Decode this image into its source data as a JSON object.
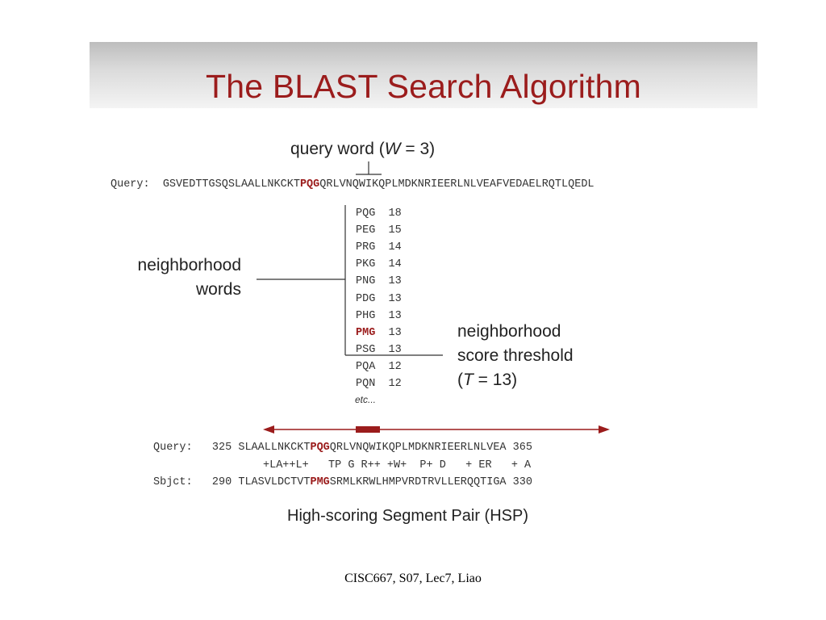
{
  "slide": {
    "title": "The BLAST Search Algorithm",
    "footer": "CISC667, S07, Lec7, Liao"
  },
  "query_word_label": {
    "prefix": "query word (",
    "var": "W",
    "suffix": " = 3)"
  },
  "query_line": {
    "label": "Query:",
    "before": "GSVEDTTGSQSLAALLNKCKT",
    "highlight": "PQG",
    "after": "QRLVNQWIKQPLMDKNRIEERLNLVEAFVEDAELRQTLQEDL"
  },
  "neighborhood_words_label": [
    "neighborhood",
    "words"
  ],
  "neighborhood_words": [
    {
      "word": "PQG",
      "score": "18",
      "highlight": false
    },
    {
      "word": "PEG",
      "score": "15",
      "highlight": false
    },
    {
      "word": "PRG",
      "score": "14",
      "highlight": false
    },
    {
      "word": "PKG",
      "score": "14",
      "highlight": false
    },
    {
      "word": "PNG",
      "score": "13",
      "highlight": false
    },
    {
      "word": "PDG",
      "score": "13",
      "highlight": false
    },
    {
      "word": "PHG",
      "score": "13",
      "highlight": false
    },
    {
      "word": "PMG",
      "score": "13",
      "highlight": true
    },
    {
      "word": "PSG",
      "score": "13",
      "highlight": false
    },
    {
      "word": "PQA",
      "score": "12",
      "highlight": false
    },
    {
      "word": "PQN",
      "score": "12",
      "highlight": false
    }
  ],
  "etc_label": "etc...",
  "threshold_label": {
    "line1": "neighborhood",
    "line2": "score threshold",
    "line3_prefix": "(",
    "var": "T",
    "line3_suffix": " = 13)"
  },
  "hsp": {
    "query_label": "Query:",
    "query_start": "325",
    "query_before": "SLAALLNKCKT",
    "query_highlight": "PQG",
    "query_after": "QRLVNQWIKQPLMDKNRIEERLNLVEA",
    "query_end": "365",
    "match_line": "+LA++L+   TP G R++ +W+  P+ D   + ER   + A",
    "sbjct_label": "Sbjct:",
    "sbjct_start": "290",
    "sbjct_before": "TLASVLDCTVT",
    "sbjct_highlight": "PMG",
    "sbjct_after": "SRMLKRWLHMPVRDTRVLLERQQTIGA",
    "sbjct_end": "330",
    "caption": "High-scoring Segment Pair (HSP)"
  },
  "colors": {
    "accent": "#9b1c1c",
    "text": "#333333"
  }
}
